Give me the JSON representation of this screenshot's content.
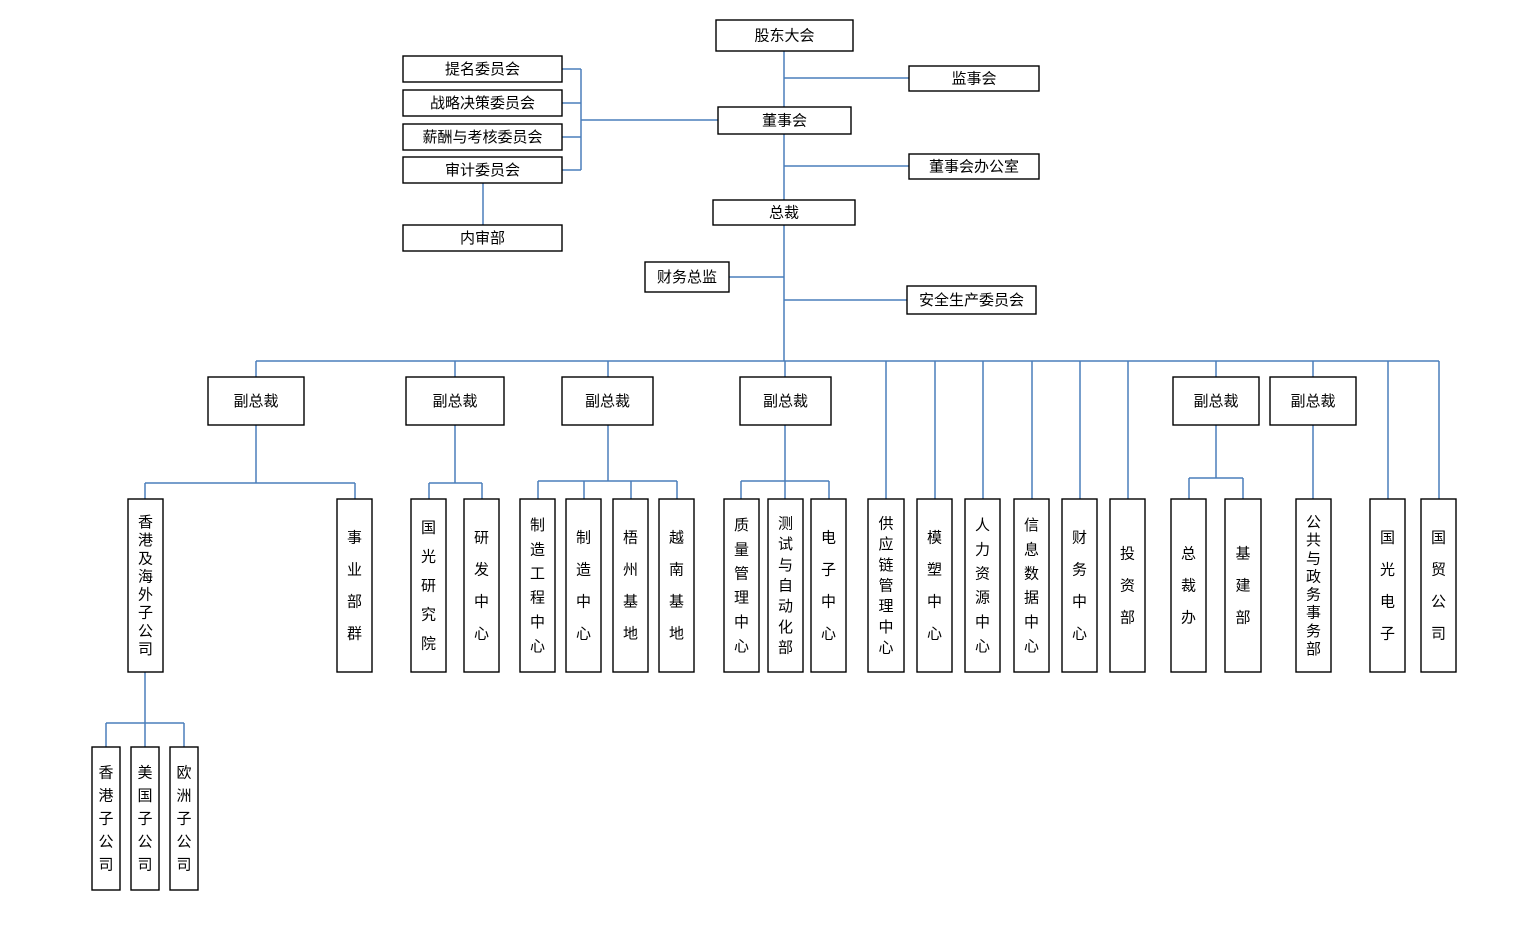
{
  "colors": {
    "line": "#4a7ebb",
    "box_border": "#000000",
    "text": "#000000",
    "background": "#ffffff"
  },
  "nodes": {
    "gudong": "股东大会",
    "jianshi": "监事会",
    "dongshi": "董事会",
    "dongban": "董事会办公室",
    "timing": "提名委员会",
    "zhanlue": "战略决策委员会",
    "xinchou": "薪酬与考核委员会",
    "shenji": "审计委员会",
    "neishen": "内审部",
    "zongcai": "总裁",
    "caiwu_zj": "财务总监",
    "anquan": "安全生产委员会",
    "vp1": "副总裁",
    "vp2": "副总裁",
    "vp3": "副总裁",
    "vp4": "副总裁",
    "vp5": "副总裁",
    "vp6": "副总裁",
    "xianggang_hw": "香港及海外子公司",
    "shiyebu": "事业部群",
    "guoguang_yj": "国光研究院",
    "yanfa": "研发中心",
    "zhizao_gc": "制造工程中心",
    "zhizao_zx": "制造中心",
    "wuzhou": "梧州基地",
    "yuenan": "越南基地",
    "zhiliang": "质量管理中心",
    "ceshi": "测试与自动化部",
    "dianzi_zx": "电子中心",
    "gongying": "供应链管理中心",
    "mosu": "模塑中心",
    "renli": "人力资源中心",
    "xinxi": "信息数据中心",
    "caiwu_zx": "财务中心",
    "touzi": "投资部",
    "zongcaiban": "总裁办",
    "jijian": "基建部",
    "gonggong": "公共与政务事务部",
    "guoguang_dz": "国光电子",
    "guomao": "国贸公司",
    "xianggang_zgs": "香港子公司",
    "meiguo": "美国子公司",
    "ouzhou": "欧洲子公司"
  }
}
